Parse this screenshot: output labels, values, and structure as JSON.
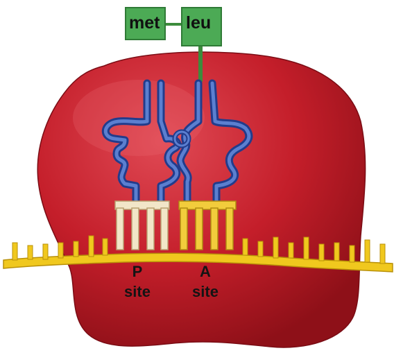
{
  "amino_acids": [
    {
      "label": "met",
      "color": "#4caa55"
    },
    {
      "label": "leu",
      "color": "#4caa55"
    }
  ],
  "sites": [
    {
      "letter": "P",
      "word": "site"
    },
    {
      "letter": "A",
      "word": "site"
    }
  ],
  "colors": {
    "ribosome": "#c8202c",
    "ribosome_highlight": "#e4505a",
    "trna": "#3f5fb4",
    "trna_outline": "#223c8c",
    "mrna": "#f0c81e",
    "mrna_outline": "#b89008",
    "anticodon_p": "#f2e6c8",
    "anticodon_a": "#f2cc3c",
    "linker": "#3c8c3c"
  }
}
